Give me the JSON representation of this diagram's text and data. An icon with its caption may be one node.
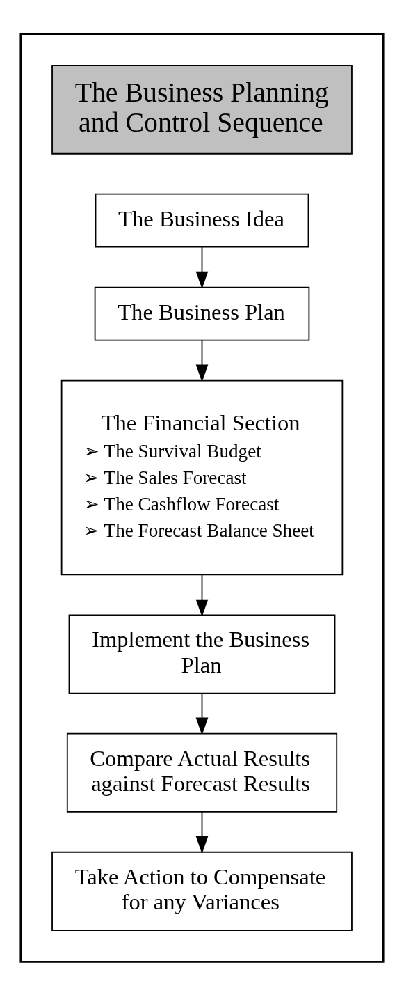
{
  "diagram": {
    "nodes": [
      {
        "text": [],
        "shape": "box"
      },
      {
        "text": [
          "The Business Planning and Control Sequence"
        ],
        "in": 0
      },
      {
        "text": [
          "The Business Idea"
        ],
        "in": 0
      },
      {
        "text": [
          "The Business Plan"
        ],
        "in": 0
      },
      {
        "text": [
          "The Financial Section",
          "➢ The Survival Budget",
          "➢ The Sales Forecast",
          "➢ The Cashflow Forecast",
          "➢ The Forecast Balance Sheet"
        ],
        "in": 0
      },
      {
        "text": [
          "Implement the Business Plan"
        ],
        "in": 0
      },
      {
        "text": [
          "Compare Actual Results against Forecast Results"
        ],
        "in": 0
      },
      {
        "text": [
          "Take Action to Compensate for any Variances"
        ],
        "in": 0
      }
    ],
    "edges": [
      {
        "from": 2,
        "to": 3,
        "arrow": "to"
      },
      {
        "from": 3,
        "to": 4,
        "arrow": "to"
      },
      {
        "from": 4,
        "to": 5,
        "arrow": "to"
      },
      {
        "from": 5,
        "to": 6,
        "arrow": "to"
      },
      {
        "from": 6,
        "to": 7,
        "arrow": "to"
      }
    ]
  }
}
